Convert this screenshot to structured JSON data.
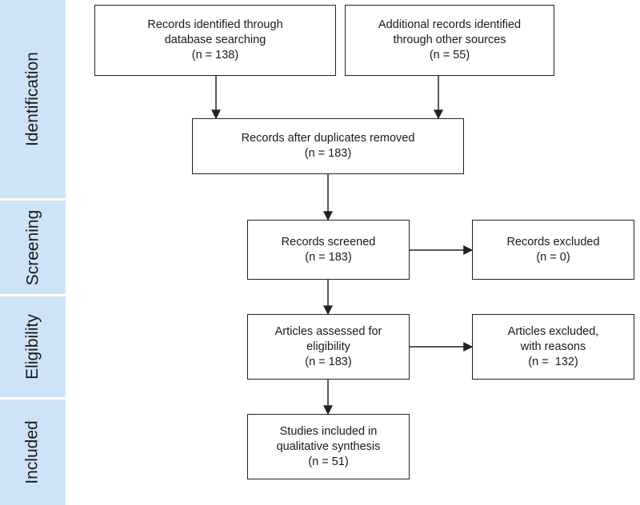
{
  "stages": [
    {
      "label": "Identification"
    },
    {
      "label": "Screening"
    },
    {
      "label": "Eligibility"
    },
    {
      "label": "Included"
    }
  ],
  "boxes": {
    "database_records": {
      "line1": "Records identified through",
      "line2": "database searching",
      "line3": "(n = 138)"
    },
    "other_records": {
      "line1": "Additional records identified",
      "line2": "through other sources",
      "line3": "(n = 55)"
    },
    "after_duplicates": {
      "line1": "Records after duplicates removed",
      "line2": "(n = 183)"
    },
    "screened": {
      "line1": "Records screened",
      "line2": "(n = 183)"
    },
    "excluded": {
      "line1": "Records excluded",
      "line2": "(n = 0)"
    },
    "assessed": {
      "line1": "Articles assessed for",
      "line2": "eligibility",
      "line3": "(n = 183)"
    },
    "articles_excluded": {
      "line1": "Articles excluded,",
      "line2": "with reasons",
      "line3": "(n =  132)"
    },
    "included": {
      "line1": "Studies included in",
      "line2": "qualitative synthesis",
      "line3": "(n = 51)"
    }
  }
}
